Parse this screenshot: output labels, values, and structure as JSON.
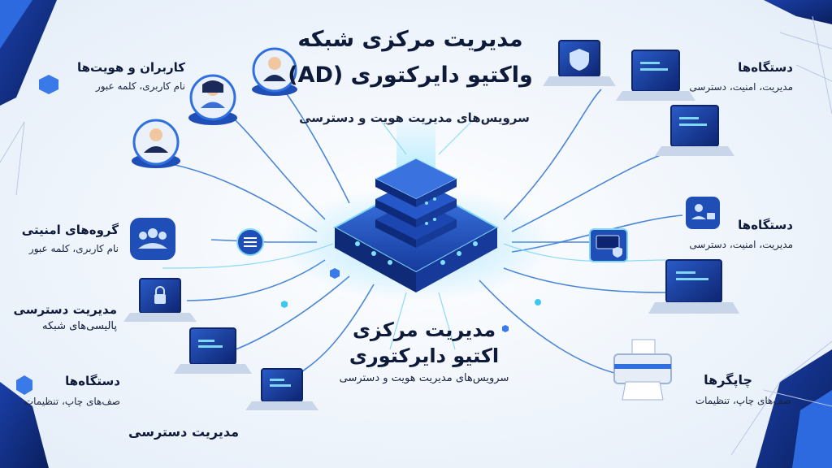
{
  "header": {
    "title_line1": "مدیریت مرکزی شبکه",
    "title_line2": "واکتیو دایرکتوری (AD)",
    "subtitle": "سرویس‌های مدیریت هویت و دسترسی"
  },
  "center_caption": {
    "line1": "مدیریت مرکزی",
    "line2": "اکتیو دایرکتوری",
    "sub": "سرویس‌های مدیریت هویت و دسترسی"
  },
  "nodes": {
    "users": {
      "title": "کاربران و هویت‌ها",
      "sub": "نام کاربری، کلمه عبور"
    },
    "security_groups": {
      "title": "گروه‌های امنیتی",
      "sub": "نام کاربری، کلمه عبور"
    },
    "access_policies": {
      "title": "مدیریت دسترسی",
      "sub": "پالیسی‌های شبکه"
    },
    "devices_left": {
      "title": "دستگاه‌ها",
      "sub": "صف‌های چاپ، تنظیمات"
    },
    "access_bottom": {
      "title": "مدیریت دسترسی"
    },
    "devices_top_right": {
      "title": "دستگاه‌ها",
      "sub": "مدیریت، امنیت، دسترسی"
    },
    "devices_mid_right": {
      "title": "دستگاه‌ها",
      "sub": "مدیریت، امنیت، دسترسی"
    },
    "printers": {
      "title": "چاپگرها",
      "sub": "صف‌های چاپ، تنظیمات"
    }
  },
  "colors": {
    "accent": "#2f6fe0",
    "navy": "#0e1a3a",
    "cyan": "#3ec8f0",
    "line": "#4a86d8"
  },
  "icons": [
    "user-avatar-icon",
    "group-icon",
    "list-icon",
    "lock-laptop-icon",
    "laptop-icon",
    "shield-icon",
    "printer-icon",
    "server-icon"
  ]
}
